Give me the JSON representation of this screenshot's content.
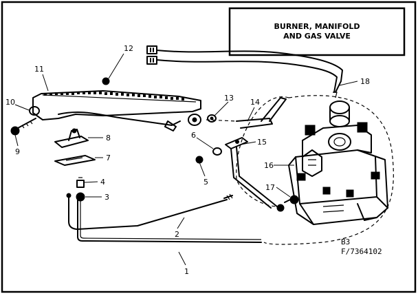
{
  "title": {
    "line1": "BURNER, MANIFOLD",
    "line2": "AND GAS VALVE"
  },
  "reference": {
    "line1": "B3",
    "line2": "F/7364102"
  },
  "callouts": [
    {
      "id": "1",
      "text": "1"
    },
    {
      "id": "2",
      "text": "2"
    },
    {
      "id": "3",
      "text": "3"
    },
    {
      "id": "4",
      "text": "4"
    },
    {
      "id": "5",
      "text": "5"
    },
    {
      "id": "6",
      "text": "6"
    },
    {
      "id": "7",
      "text": "7"
    },
    {
      "id": "8",
      "text": "8"
    },
    {
      "id": "9",
      "text": "9"
    },
    {
      "id": "10",
      "text": "10"
    },
    {
      "id": "11",
      "text": "11"
    },
    {
      "id": "12",
      "text": "12"
    },
    {
      "id": "13",
      "text": "13"
    },
    {
      "id": "14",
      "text": "14"
    },
    {
      "id": "15",
      "text": "15"
    },
    {
      "id": "16",
      "text": "16"
    },
    {
      "id": "17",
      "text": "17"
    },
    {
      "id": "18",
      "text": "18"
    }
  ]
}
